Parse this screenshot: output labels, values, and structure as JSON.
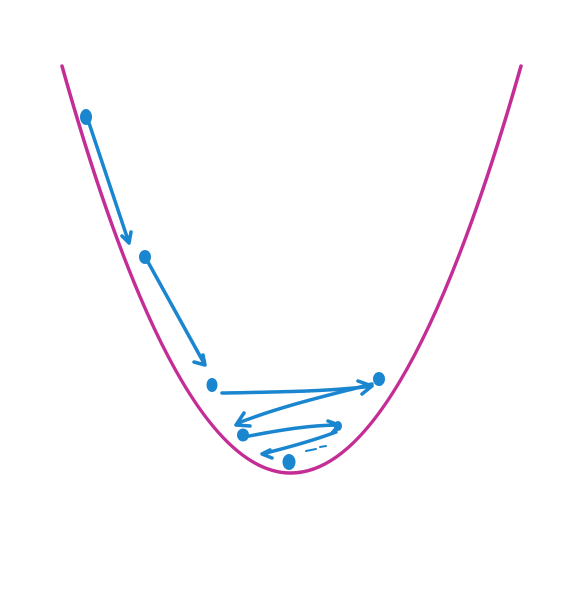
{
  "diagram": {
    "kind": "gradient-descent-on-parabola",
    "curve_color": "#c42d96",
    "step_color": "#1a86d0",
    "point_count": 7,
    "arrow_count": 6
  }
}
